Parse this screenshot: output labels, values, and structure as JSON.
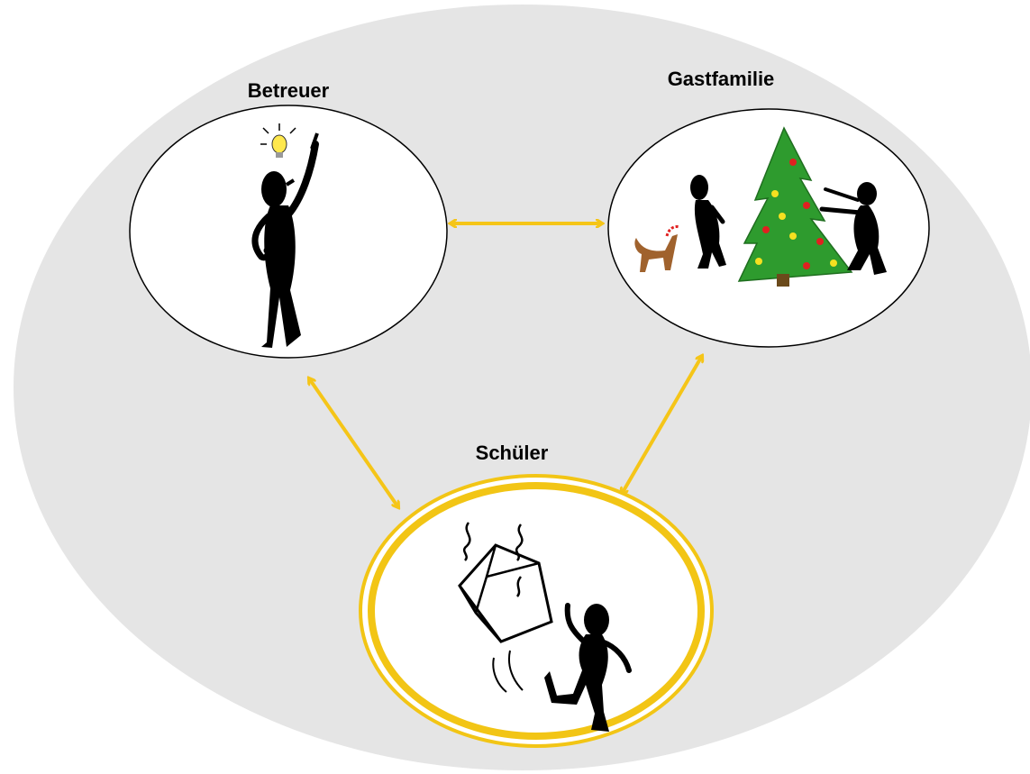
{
  "diagram": {
    "nodes": {
      "betreuer": {
        "label": "Betreuer",
        "icon": "thinking-person-lightbulb-icon"
      },
      "gastfamilie": {
        "label": "Gastfamilie",
        "icon": "family-christmas-tree-dog-icon"
      },
      "schueler": {
        "label": "Schüler",
        "icon": "person-kicking-box-icon"
      }
    },
    "edges": [
      {
        "from": "betreuer",
        "to": "gastfamilie",
        "direction": "both"
      },
      {
        "from": "betreuer",
        "to": "schueler",
        "direction": "both"
      },
      {
        "from": "gastfamilie",
        "to": "schueler",
        "direction": "both"
      }
    ],
    "colors": {
      "background_ellipse": "#e5e5e5",
      "arrow": "#f5c518",
      "highlight_ring": "#f2c515",
      "figure": "#000000",
      "tree": "#2e9b2e",
      "dog": "#a0622d",
      "bulb": "#ffe84d"
    }
  }
}
